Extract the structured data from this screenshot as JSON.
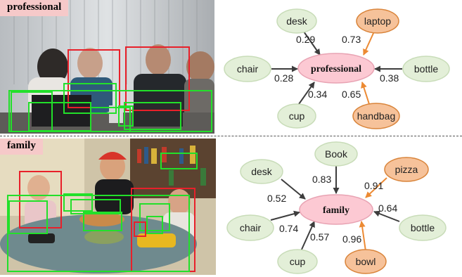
{
  "panels": [
    {
      "scene_label": "professional",
      "graph": {
        "center": "professional",
        "nodes": [
          {
            "label": "desk",
            "weight": "0.29",
            "color": "green"
          },
          {
            "label": "laptop",
            "weight": "0.73",
            "color": "orange"
          },
          {
            "label": "chair",
            "weight": "0.28",
            "color": "green"
          },
          {
            "label": "bottle",
            "weight": "0.38",
            "color": "green"
          },
          {
            "label": "cup",
            "weight": "0.34",
            "color": "green"
          },
          {
            "label": "handbag",
            "weight": "0.65",
            "color": "orange"
          }
        ]
      }
    },
    {
      "scene_label": "family",
      "graph": {
        "center": "family",
        "nodes": [
          {
            "label": "Book",
            "weight": "0.83",
            "color": "green"
          },
          {
            "label": "desk",
            "weight": "0.52",
            "color": "green"
          },
          {
            "label": "pizza",
            "weight": "0.91",
            "color": "orange"
          },
          {
            "label": "chair",
            "weight": "0.74",
            "color": "green"
          },
          {
            "label": "bottle",
            "weight": "0.64",
            "color": "green"
          },
          {
            "label": "cup",
            "weight": "0.57",
            "color": "green"
          },
          {
            "label": "bowl",
            "weight": "0.96",
            "color": "orange"
          }
        ]
      }
    }
  ],
  "colors": {
    "center_fill": "#fcc9d3",
    "center_stroke": "#e8a3b3",
    "green_fill": "#e3efd8",
    "green_stroke": "#c8dcb8",
    "orange_fill": "#f6c29a",
    "orange_stroke": "#d9843a",
    "orange_arrow": "#ec8a33",
    "gray_arrow": "#3d3d3d",
    "box_red": "#e8202a",
    "box_green": "#22e02a"
  }
}
